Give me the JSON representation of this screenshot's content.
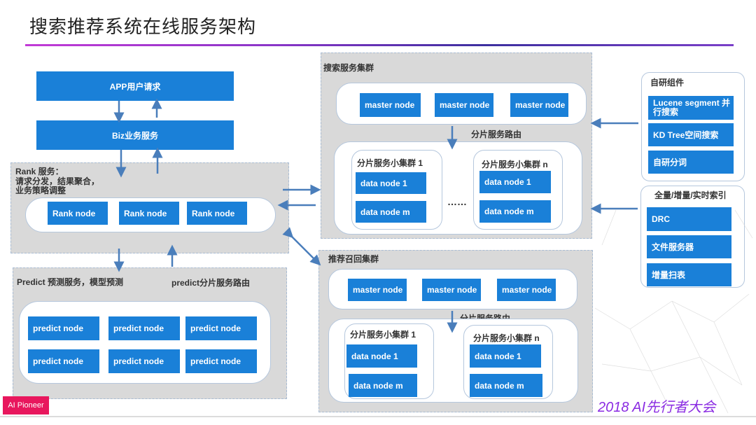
{
  "title": "搜索推荐系统在线服务架构",
  "left": {
    "app_request": "APP用户请求",
    "biz_service": "Biz业务服务",
    "rank_title": "Rank  服务：",
    "rank_desc_1": "请求分发，结果聚合，",
    "rank_desc_2": "业务策略调整",
    "rank_nodes": [
      "Rank node",
      "Rank node",
      "Rank node"
    ],
    "predict_title": "Predict  预测服务，模型预测",
    "predict_route": "predict分片服务路由",
    "predict_nodes": [
      "predict node",
      "predict node",
      "predict node",
      "predict node",
      "predict node",
      "predict node"
    ]
  },
  "search": {
    "title": "搜索服务集群",
    "masters": [
      "master node",
      "master node",
      "master node"
    ],
    "route": "分片服务路由",
    "group1_title": "分片服务小集群 1",
    "groupn_title": "分片服务小集群 n",
    "group1_nodes": [
      "data node 1",
      "data node m"
    ],
    "groupn_nodes": [
      "data node 1",
      "data node m"
    ],
    "ellipsis": "……"
  },
  "recommend": {
    "title": "推荐召回集群",
    "masters": [
      "master node",
      "master node",
      "master node"
    ],
    "route": "分片服务路由",
    "group1_title": "分片服务小集群 1",
    "groupn_title": "分片服务小集群 n",
    "group1_nodes": [
      "data node 1",
      "data node m"
    ],
    "groupn_nodes": [
      "data node 1",
      "data node m"
    ]
  },
  "self_dev": {
    "title": "自研组件",
    "items": [
      "Lucene segment 并行搜索",
      "KD Tree空间搜索",
      "自研分词"
    ]
  },
  "index": {
    "title": "全量/增量/实时索引",
    "items": [
      "DRC",
      "文件服务器",
      "增量扫表"
    ]
  },
  "footer": {
    "badge": "AI Pioneer",
    "brand": "2018 AI先行者大会"
  },
  "colors": {
    "node_blue": "#1a80d8",
    "panel_gray": "#d9d9d9",
    "arrow_blue": "#4a7ebb"
  }
}
